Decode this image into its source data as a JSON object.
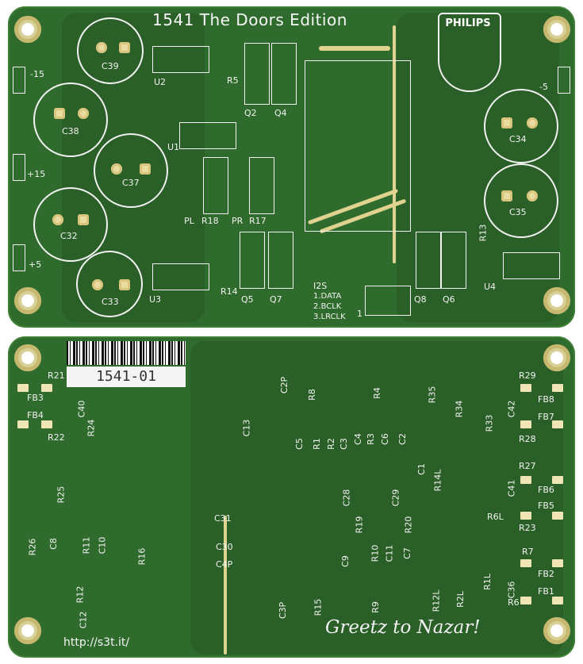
{
  "top": {
    "title": "1541 The Doors Edition",
    "logo": "PHILIPS",
    "labels": {
      "m15": "-15",
      "p15": "+15",
      "p5": "+5",
      "m5": "-5",
      "c39": "C39",
      "c38": "C38",
      "c37": "C37",
      "c32": "C32",
      "c33": "C33",
      "c34": "C34",
      "c35": "C35",
      "u1": "U1",
      "u2": "U2",
      "u3": "U3",
      "u4": "U4",
      "r5": "R5",
      "q2": "Q2",
      "q4": "Q4",
      "pl": "PL",
      "r18": "R18",
      "pr": "PR",
      "r17": "R17",
      "r14": "R14",
      "q5": "Q5",
      "q7": "Q7",
      "q8": "Q8",
      "q6": "Q6",
      "r13": "R13",
      "i2s": "I2S",
      "i2s1": "1.DATA",
      "i2s2": "2.BCLK",
      "i2s3": "3.LRCLK",
      "one": "1"
    }
  },
  "bottom": {
    "barcode_text": "1541-01",
    "url": "http://s3t.it/",
    "greetz": "Greetz to Nazar!",
    "labels": {
      "r21": "R21",
      "fb3": "FB3",
      "c40": "C40",
      "fb4": "FB4",
      "r22": "R22",
      "r24": "R24",
      "r25": "R25",
      "r26": "R26",
      "c8": "C8",
      "r11": "R11",
      "c10": "C10",
      "r16": "R16",
      "r12": "R12",
      "c12": "C12",
      "c13": "C13",
      "c2p": "C2P",
      "r8": "R8",
      "r4": "R4",
      "r35": "R35",
      "r34": "R34",
      "r33": "R33",
      "c42": "C42",
      "r29": "R29",
      "fb8": "FB8",
      "fb7": "FB7",
      "r28": "R28",
      "c5": "C5",
      "r1": "R1",
      "r2": "R2",
      "c3": "C3",
      "c4": "C4",
      "r3": "R3",
      "c6": "C6",
      "c2": "C2",
      "c1": "C1",
      "r14l": "R14L",
      "r27": "R27",
      "fb6": "FB6",
      "c41": "C41",
      "fb5": "FB5",
      "r6l": "R6L",
      "r23": "R23",
      "c28": "C28",
      "c29": "C29",
      "r19": "R19",
      "r20": "R20",
      "c31": "C31",
      "c30": "C30",
      "c4p": "C4P",
      "c9": "C9",
      "r10": "R10",
      "c11": "C11",
      "c7": "C7",
      "r7": "R7",
      "fb2": "FB2",
      "r1l": "R1L",
      "c36": "C36",
      "fb1": "FB1",
      "r6": "R6",
      "r2l": "R2L",
      "r12l": "R12L",
      "r9": "R9",
      "r15": "R15",
      "c3p": "C3P"
    }
  }
}
